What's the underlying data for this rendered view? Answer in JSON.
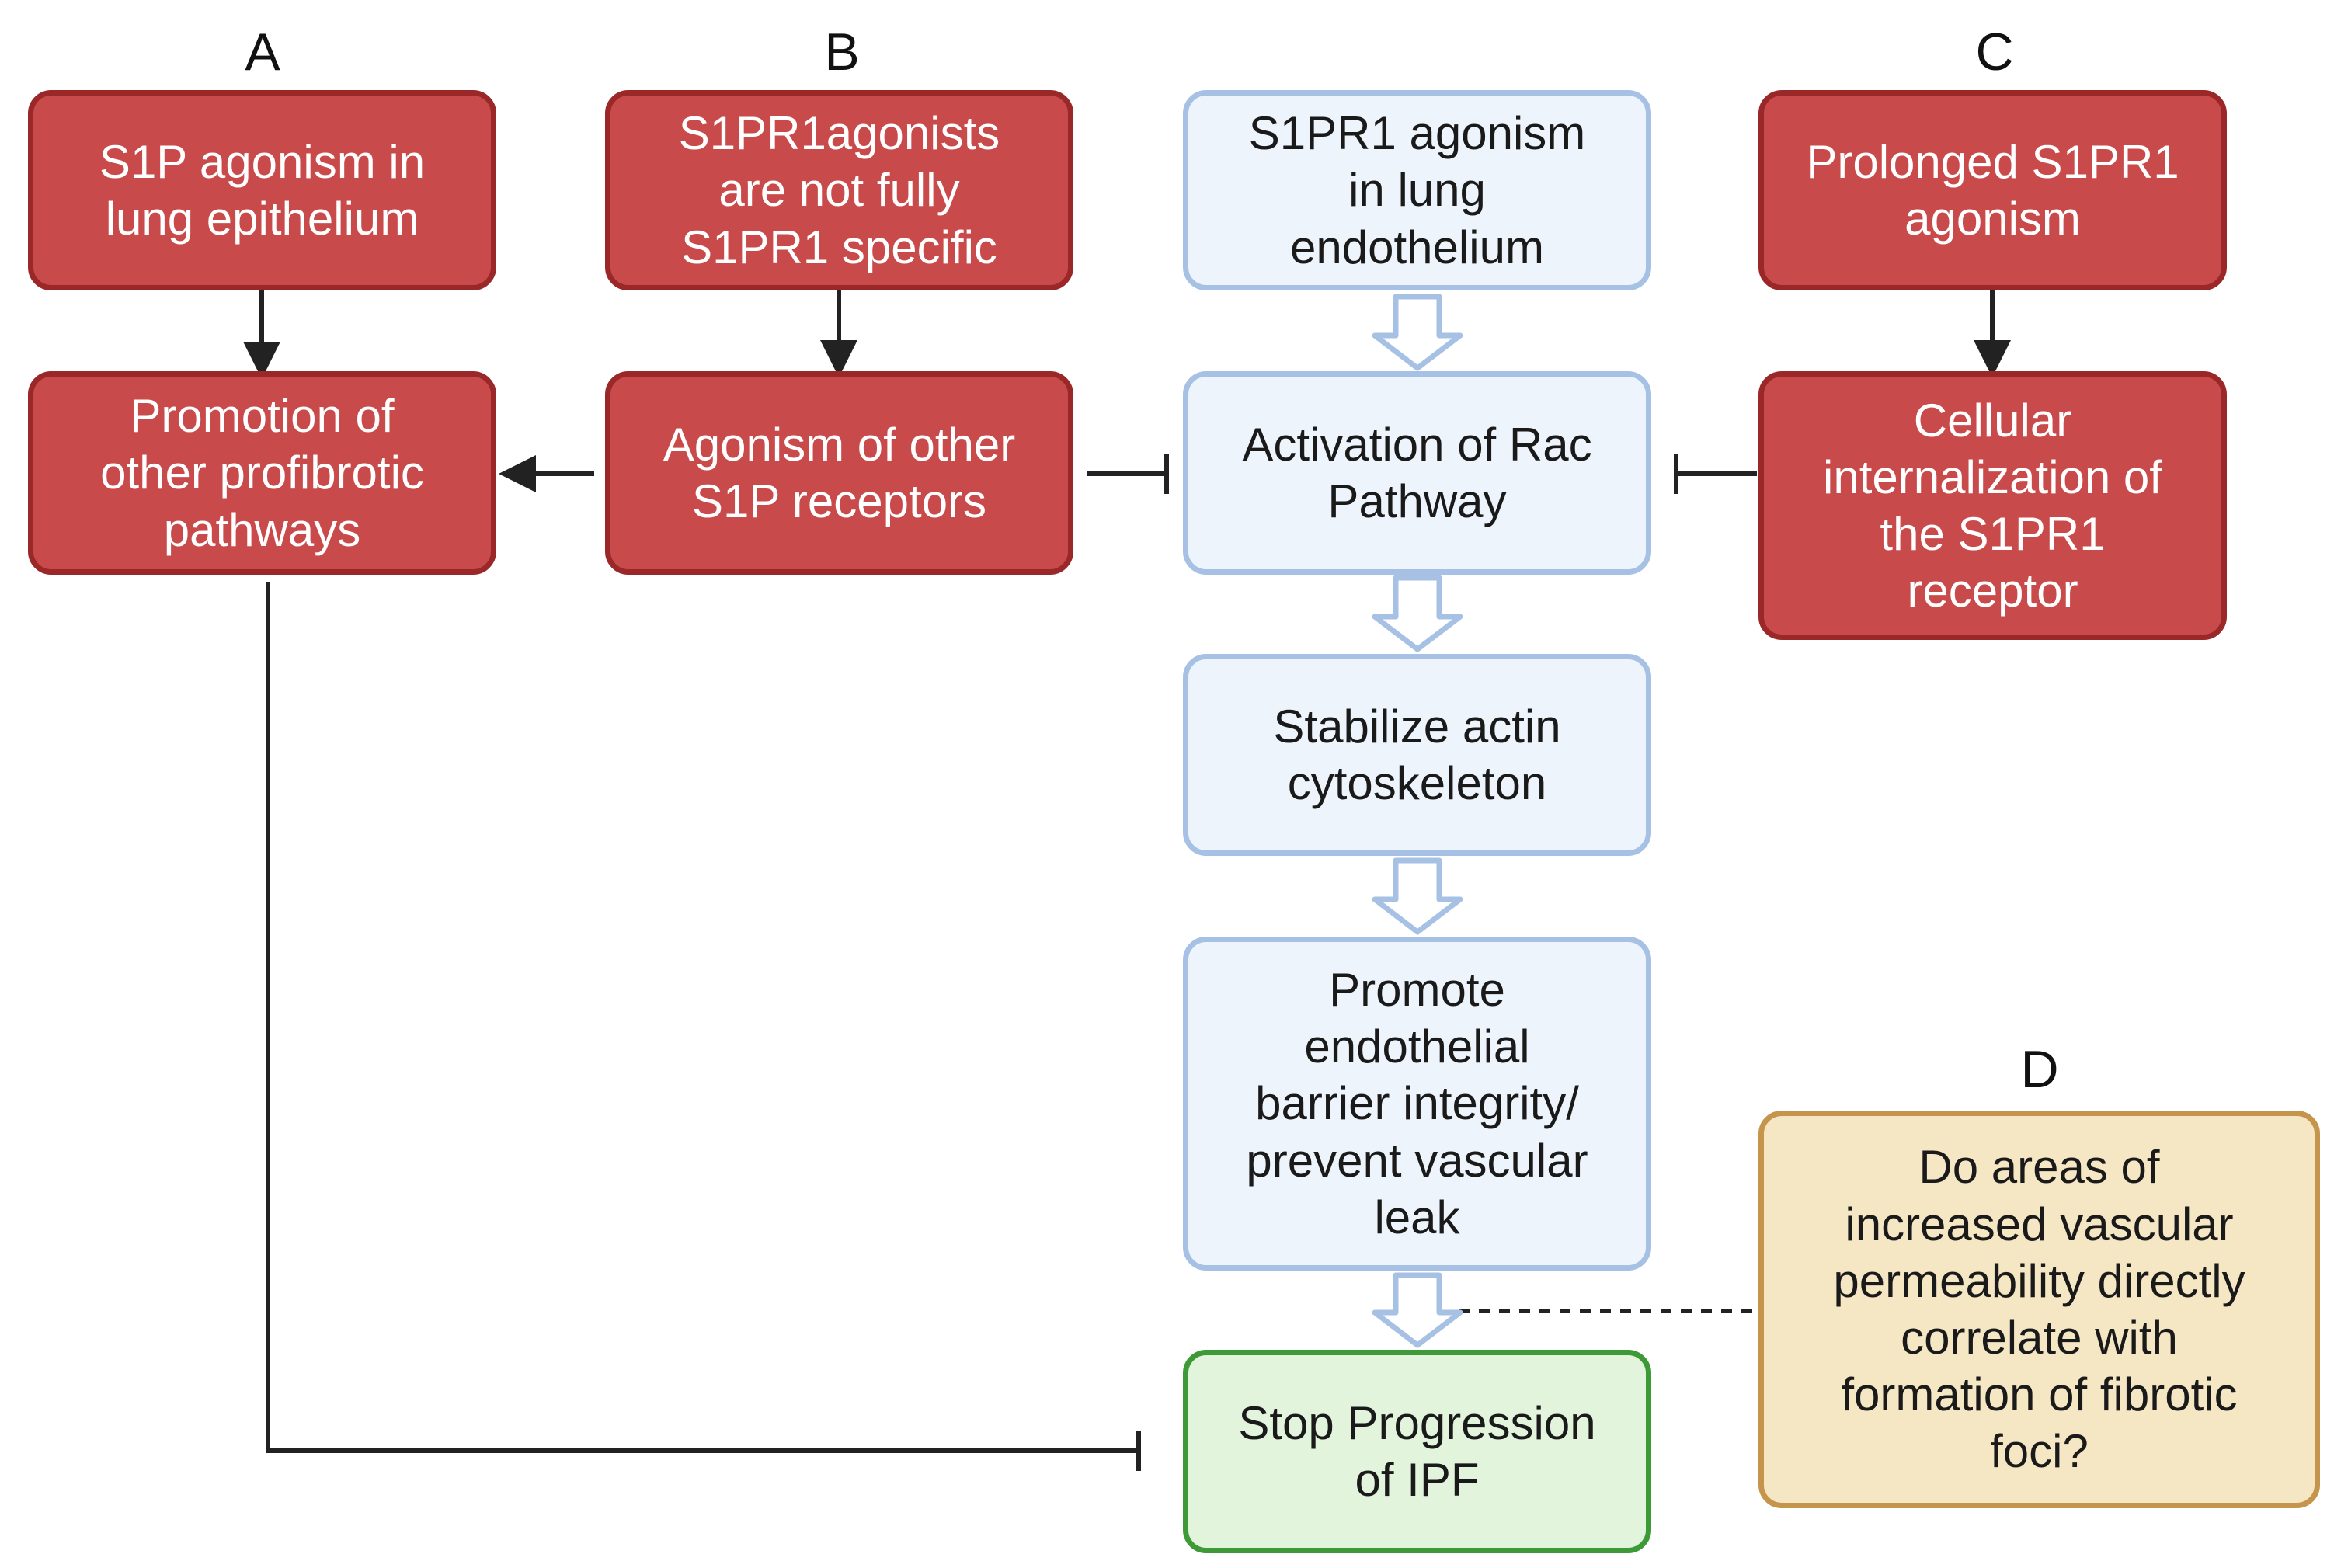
{
  "section_labels": {
    "a": "A",
    "b": "B",
    "c": "C",
    "d": "D"
  },
  "boxes": {
    "s1p_epithelium": "S1P agonism in\nlung epithelium",
    "not_specific": "S1PR1agonists\nare not fully\nS1PR1 specific",
    "s1pr1_endothelium": "S1PR1 agonism\nin lung\nendothelium",
    "prolonged": "Prolonged S1PR1\nagonism",
    "profibrotic": "Promotion of\nother profibrotic\npathways",
    "other_receptors": "Agonism of other\nS1P receptors",
    "rac_pathway": "Activation of Rac\nPathway",
    "internalization": "Cellular\ninternalization of\nthe S1PR1\nreceptor",
    "actin": "Stabilize actin\ncytoskeleton",
    "barrier": "Promote\nendothelial\nbarrier integrity/\nprevent vascular\nleak",
    "stop_ipf": "Stop Progression\nof IPF",
    "question": "Do areas of\nincreased vascular\npermeability directly\ncorrelate with\nformation of fibrotic\nfoci?"
  },
  "colors": {
    "red_fill": "#c94a4a",
    "red_border": "#9a2828",
    "blue_fill": "#eef4fc",
    "blue_border": "#a7c1e5",
    "green_fill": "#e2f4dc",
    "green_border": "#3e9a37",
    "tan_fill": "#f5e6c4",
    "tan_border": "#c4954a",
    "connector": "#222222"
  }
}
